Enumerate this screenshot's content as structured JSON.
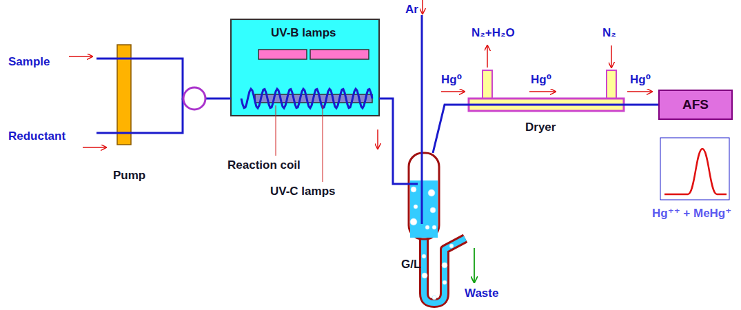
{
  "diagram": {
    "nodes": [
      {
        "text": [
          "Pump"
        ]
      },
      {
        "text": [
          "UV-B lamps"
        ]
      },
      {
        "text": [
          "G/L"
        ]
      },
      {
        "text": [
          "Dryer"
        ]
      },
      {
        "text": [
          "AFS"
        ]
      }
    ],
    "edges": [
      {
        "from": 0,
        "to": 1,
        "arrow": "none"
      },
      {
        "from": 1,
        "to": 2,
        "arrow": "none"
      },
      {
        "from": 2,
        "to": 3,
        "arrow": "none"
      },
      {
        "from": 3,
        "to": 4,
        "arrow": "none"
      }
    ],
    "labels": [
      "Sample",
      "Reductant",
      "Reaction coil",
      "UV-C lamps",
      "Ar",
      "Hg⁰",
      "N₂+H₂O",
      "Hg⁰",
      "N₂",
      "Hg⁰",
      "Waste",
      "Hg⁺⁺ + MeHg⁺"
    ]
  }
}
